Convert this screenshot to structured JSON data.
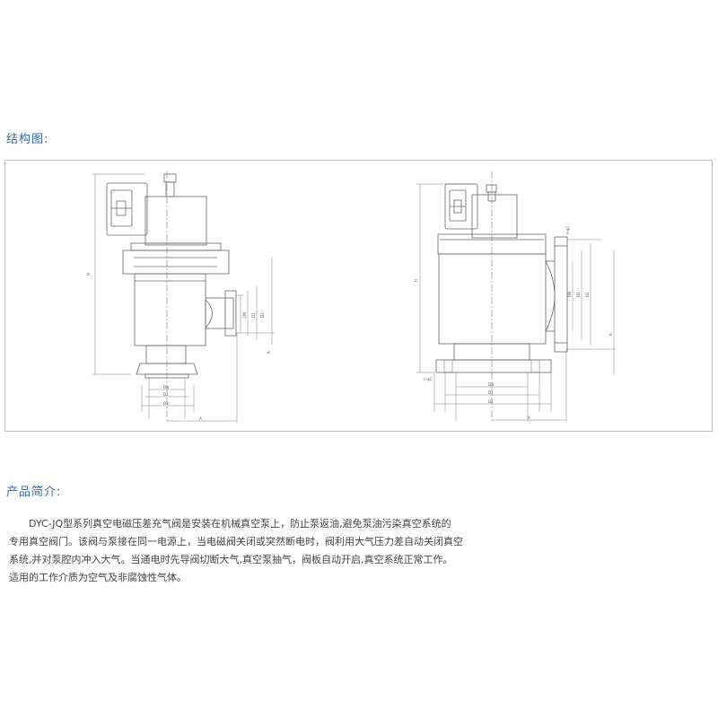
{
  "structure": {
    "heading": "结构图:"
  },
  "drawing_labels": {
    "left": {
      "height": "H",
      "dn_top": "DN",
      "d1_top": "D1",
      "d2_top": "D2",
      "a_right": "A",
      "dn_bottom": "DN",
      "d1_bottom": "D1",
      "d2_bottom": "D2",
      "a_bottom": "A"
    },
    "right": {
      "height": "H",
      "dn_top": "DN",
      "d1_top": "D1",
      "d2_top": "D2",
      "a_right": "A",
      "dn_bottom": "DN",
      "d1_bottom": "D1",
      "d2_bottom": "D2",
      "a_bottom": "A",
      "flange_top": "n-φC",
      "flange_bottom": "n-φC"
    }
  },
  "intro": {
    "heading": "产品简介:",
    "lines": [
      "DYC-JQ型系列真空电磁压差充气阀是安装在机械真空泵上，防止泵返油,避免泵油污染真空系统的",
      "专用真空阀门。该阀与泵接在同一电源上，当电磁阀关闭或突然断电时，阀利用大气压力差自动关闭真空",
      "系统,并对泵腔内冲入大气。当通电时先导阀切断大气,真空泵抽气，阀板自动开启,真空系统正常工作。",
      "适用的工作介质为空气及非腐蚀性气体。"
    ]
  }
}
